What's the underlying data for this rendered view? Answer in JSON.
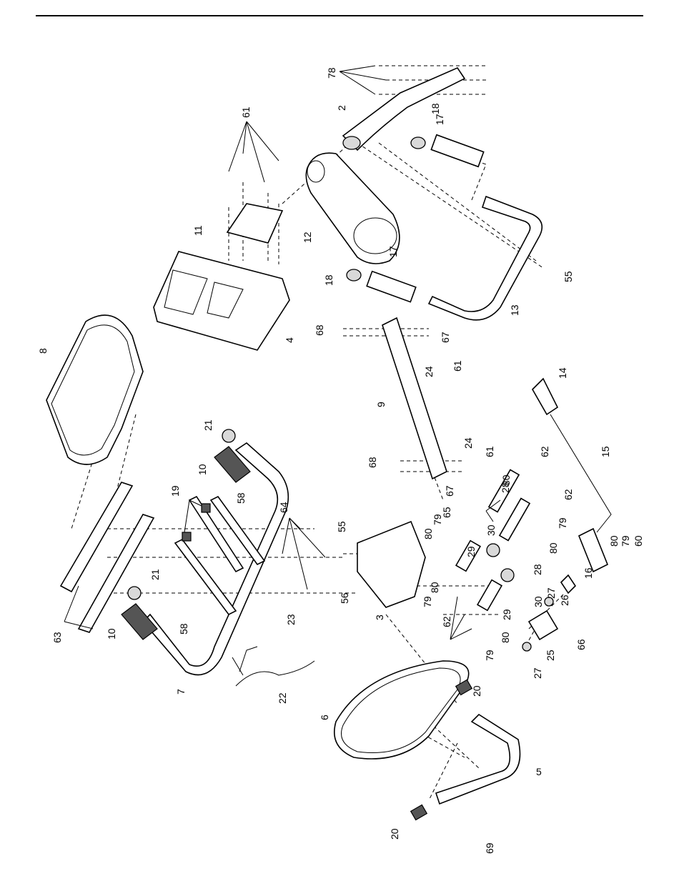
{
  "diagram": {
    "labels": [
      "2",
      "3",
      "4",
      "5",
      "6",
      "7",
      "8",
      "9",
      "10",
      "11",
      "12",
      "13",
      "14",
      "15",
      "16",
      "17",
      "18",
      "19",
      "20",
      "21",
      "22",
      "23",
      "24",
      "25",
      "26",
      "27",
      "28",
      "29",
      "30",
      "55",
      "56",
      "58",
      "60",
      "61",
      "62",
      "63",
      "64",
      "65",
      "66",
      "67",
      "68",
      "69",
      "78",
      "79",
      "80"
    ]
  }
}
